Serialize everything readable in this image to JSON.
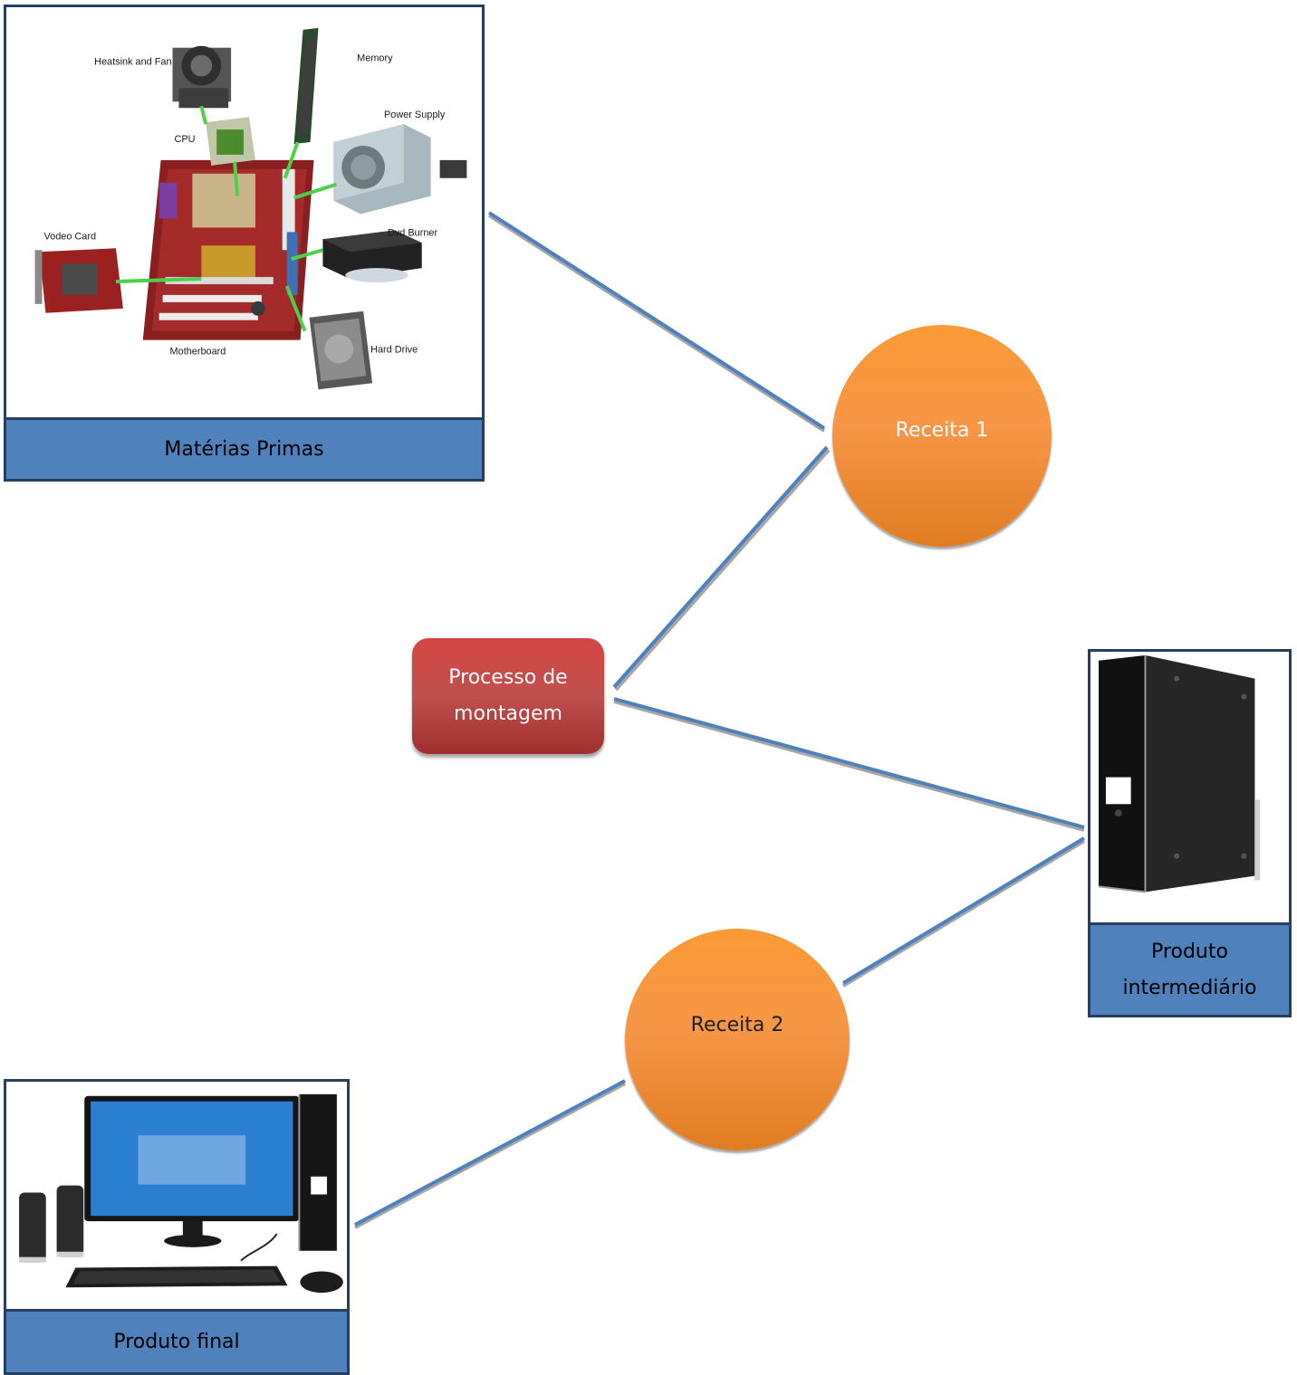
{
  "nodes": {
    "raw_materials": {
      "caption": "Matérias Primas",
      "photo_labels": {
        "heatsink": "Heatsink and Fan",
        "memory": "Memory",
        "power_supply": "Power Supply",
        "cpu": "CPU",
        "dvd": "Dvd Burner",
        "video_card": "Vodeo Card",
        "hard_drive": "Hard Drive",
        "motherboard": "Motherboard"
      }
    },
    "recipe_1": {
      "label": "Receita 1"
    },
    "assembly_process": {
      "label_line1": "Processo de",
      "label_line2": "montagem"
    },
    "intermediate_product": {
      "caption_line1": "Produto",
      "caption_line2": "intermediário"
    },
    "recipe_2": {
      "label": "Receita 2"
    },
    "final_product": {
      "caption": "Produto final"
    }
  },
  "edges": [
    {
      "from": "raw_materials",
      "to": "recipe_1"
    },
    {
      "from": "recipe_1",
      "to": "assembly_process"
    },
    {
      "from": "assembly_process",
      "to": "intermediate_product"
    },
    {
      "from": "intermediate_product",
      "to": "recipe_2"
    },
    {
      "from": "recipe_2",
      "to": "final_product"
    }
  ],
  "colors": {
    "connector": "#4f81bd",
    "card_border": "#243f60",
    "caption_fill": "#4f81bd",
    "recipe_fill": "#f79646",
    "process_fill": "#c0504d"
  }
}
